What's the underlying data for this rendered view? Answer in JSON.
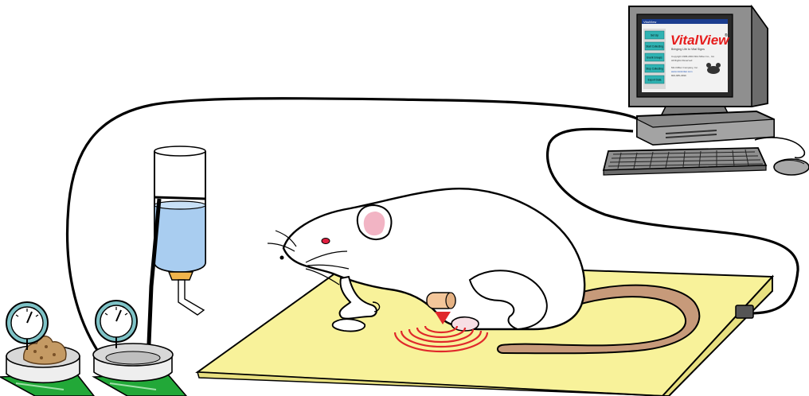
{
  "software": {
    "brand_name": "VitalView",
    "registered_mark": "®",
    "tagline": "Bringing Life to Vital Signs",
    "menu_buttons": [
      "Set Up",
      "Start Collecting",
      "Event Groups",
      "Stop Collecting",
      "Export Data"
    ],
    "body_lines": [
      "Copyright 1996-2004 Mini Mitter Co., Inc.",
      "All Rights Reserved",
      "Mini Mitter Company, Inc.",
      "www.minimitter.com",
      "800-685-2999"
    ],
    "titlebar_text": "VitalView"
  },
  "colors": {
    "platform_top": "#f8f29a",
    "platform_side": "#e8e080",
    "water": "#a9cdf0",
    "signal": "#e0282b",
    "tail": "#c79a7a",
    "ear_inner": "#f2b4c4",
    "eye": "#e02040",
    "food": "#c49a64",
    "scale_base": "#22a838",
    "monitor_bezel": "#8f8f8f",
    "screen_bg": "#f2f2f2",
    "logo_red": "#e61c1c",
    "menu_teal": "#2fb3b3"
  },
  "icons": [
    "computer-monitor-icon",
    "keyboard-icon",
    "mouse-icon",
    "rat-illustration",
    "water-bottle-icon",
    "scale-dial-icon",
    "food-bowl-icon",
    "receiver-platform-icon",
    "implant-transmitter-icon"
  ]
}
